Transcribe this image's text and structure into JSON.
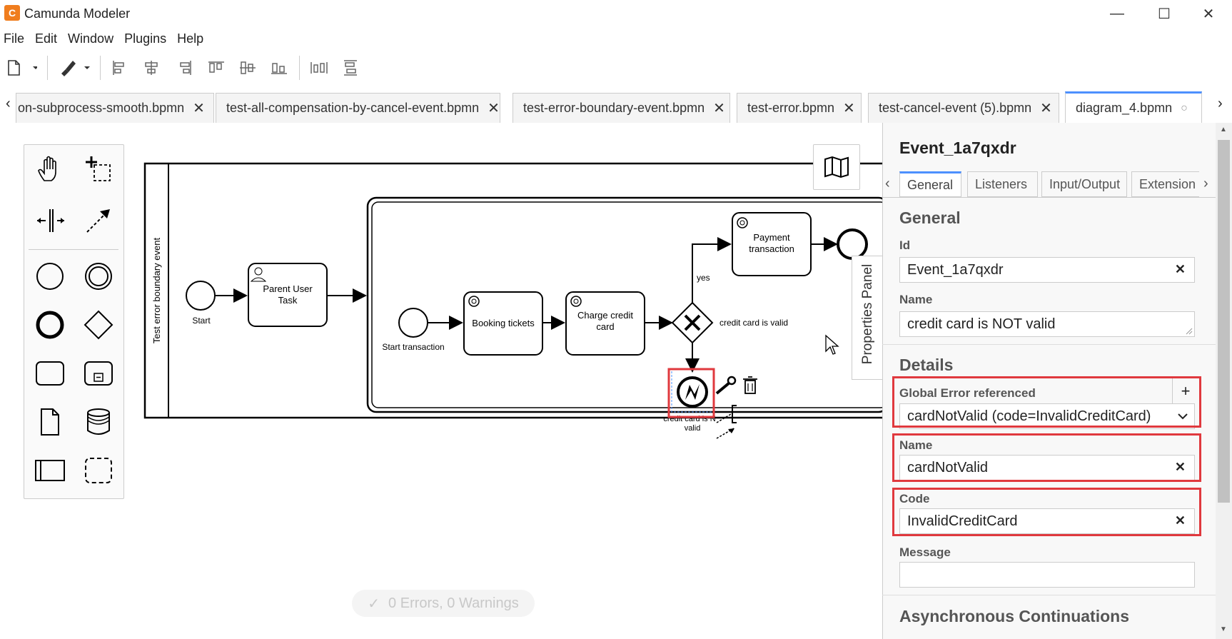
{
  "window": {
    "title": "Camunda Modeler",
    "icon_letter": "C",
    "minimize": "—",
    "maximize": "☐",
    "close": "✕"
  },
  "menu": [
    "File",
    "Edit",
    "Window",
    "Plugins",
    "Help"
  ],
  "tabs": [
    {
      "label": "on-subprocess-smooth.bpmn",
      "close": "✕"
    },
    {
      "label": "test-all-compensation-by-cancel-event.bpmn",
      "close": "✕"
    },
    {
      "label": "test-error-boundary-event.bpmn",
      "close": "✕"
    },
    {
      "label": "test-error.bpmn",
      "close": "✕"
    },
    {
      "label": "test-cancel-event (5).bpmn",
      "close": "✕"
    },
    {
      "label": "diagram_4.bpmn",
      "close": "○"
    }
  ],
  "tab_scroll": {
    "left": "‹",
    "right": "›"
  },
  "diagram": {
    "pool_label": "Test error boundary event",
    "start_label": "Start",
    "parent_task": [
      "Parent User",
      "Task"
    ],
    "start_transaction": "Start transaction",
    "booking": "Booking tickets",
    "charge": [
      "Charge credit",
      "card"
    ],
    "gateway_label": "credit card is valid",
    "yes_label": "yes",
    "payment": [
      "Payment",
      "transaction"
    ],
    "error_label": [
      "credit card is N",
      "valid"
    ]
  },
  "properties_toggle": "Properties Panel",
  "panel": {
    "title": "Event_1a7qxdr",
    "tabs": [
      "General",
      "Listeners",
      "Input/Output",
      "Extension"
    ],
    "tab_nav_left": "‹",
    "tab_nav_right": "›",
    "general_heading": "General",
    "id_label": "Id",
    "id_value": "Event_1a7qxdr",
    "name_label": "Name",
    "name_value": "credit card is NOT valid",
    "details_heading": "Details",
    "global_error_label": "Global Error referenced",
    "global_error_add": "+",
    "global_error_value": "cardNotValid (code=InvalidCreditCard)",
    "error_name_label": "Name",
    "error_name_value": "cardNotValid",
    "code_label": "Code",
    "code_value": "InvalidCreditCard",
    "message_label": "Message",
    "message_value": "",
    "async_heading": "Asynchronous Continuations",
    "clear_icon": "✕"
  },
  "status": {
    "text": "0 Errors, 0 Warnings",
    "check": "✓"
  },
  "colors": {
    "accent": "#4d90fe",
    "highlight": "#e0393e",
    "brand": "#f07d1e"
  }
}
